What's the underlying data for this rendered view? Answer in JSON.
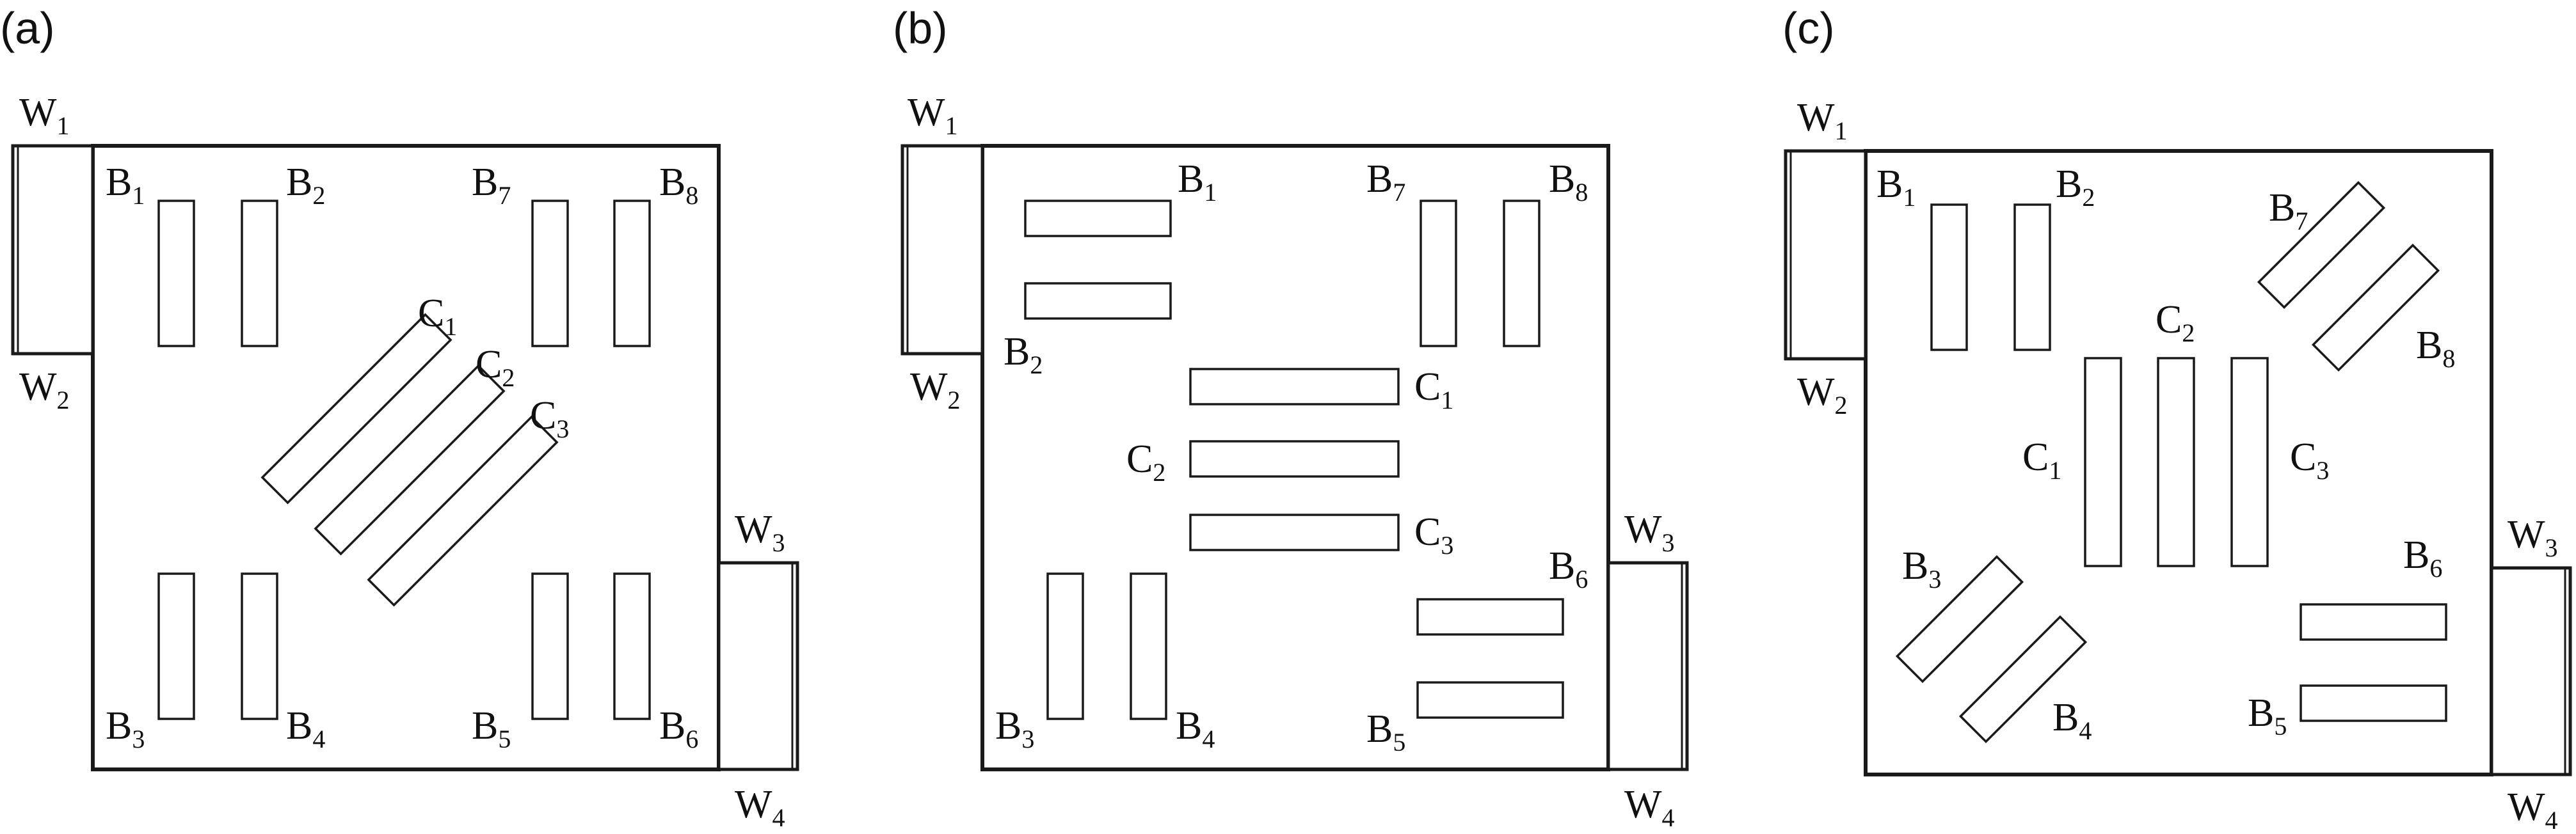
{
  "panels": [
    {
      "id": "a",
      "label": "(a)",
      "walls": {
        "W1": {
          "base": "W",
          "sub": "1"
        },
        "W2": {
          "base": "W",
          "sub": "2"
        },
        "W3": {
          "base": "W",
          "sub": "3"
        },
        "W4": {
          "base": "W",
          "sub": "4"
        }
      },
      "blocks": [
        {
          "base": "B",
          "sub": "1"
        },
        {
          "base": "B",
          "sub": "2"
        },
        {
          "base": "B",
          "sub": "3"
        },
        {
          "base": "B",
          "sub": "4"
        },
        {
          "base": "B",
          "sub": "5"
        },
        {
          "base": "B",
          "sub": "6"
        },
        {
          "base": "B",
          "sub": "7"
        },
        {
          "base": "B",
          "sub": "8"
        }
      ],
      "corridors": [
        {
          "base": "C",
          "sub": "1"
        },
        {
          "base": "C",
          "sub": "2"
        },
        {
          "base": "C",
          "sub": "3"
        }
      ]
    },
    {
      "id": "b",
      "label": "(b)",
      "walls": {
        "W1": {
          "base": "W",
          "sub": "1"
        },
        "W2": {
          "base": "W",
          "sub": "2"
        },
        "W3": {
          "base": "W",
          "sub": "3"
        },
        "W4": {
          "base": "W",
          "sub": "4"
        }
      },
      "blocks": [
        {
          "base": "B",
          "sub": "1"
        },
        {
          "base": "B",
          "sub": "2"
        },
        {
          "base": "B",
          "sub": "3"
        },
        {
          "base": "B",
          "sub": "4"
        },
        {
          "base": "B",
          "sub": "5"
        },
        {
          "base": "B",
          "sub": "6"
        },
        {
          "base": "B",
          "sub": "7"
        },
        {
          "base": "B",
          "sub": "8"
        }
      ],
      "corridors": [
        {
          "base": "C",
          "sub": "1"
        },
        {
          "base": "C",
          "sub": "2"
        },
        {
          "base": "C",
          "sub": "3"
        }
      ]
    },
    {
      "id": "c",
      "label": "(c)",
      "walls": {
        "W1": {
          "base": "W",
          "sub": "1"
        },
        "W2": {
          "base": "W",
          "sub": "2"
        },
        "W3": {
          "base": "W",
          "sub": "3"
        },
        "W4": {
          "base": "W",
          "sub": "4"
        }
      },
      "blocks": [
        {
          "base": "B",
          "sub": "1"
        },
        {
          "base": "B",
          "sub": "2"
        },
        {
          "base": "B",
          "sub": "3"
        },
        {
          "base": "B",
          "sub": "4"
        },
        {
          "base": "B",
          "sub": "5"
        },
        {
          "base": "B",
          "sub": "6"
        },
        {
          "base": "B",
          "sub": "7"
        },
        {
          "base": "B",
          "sub": "8"
        }
      ],
      "corridors": [
        {
          "base": "C",
          "sub": "1"
        },
        {
          "base": "C",
          "sub": "2"
        },
        {
          "base": "C",
          "sub": "3"
        }
      ]
    }
  ]
}
